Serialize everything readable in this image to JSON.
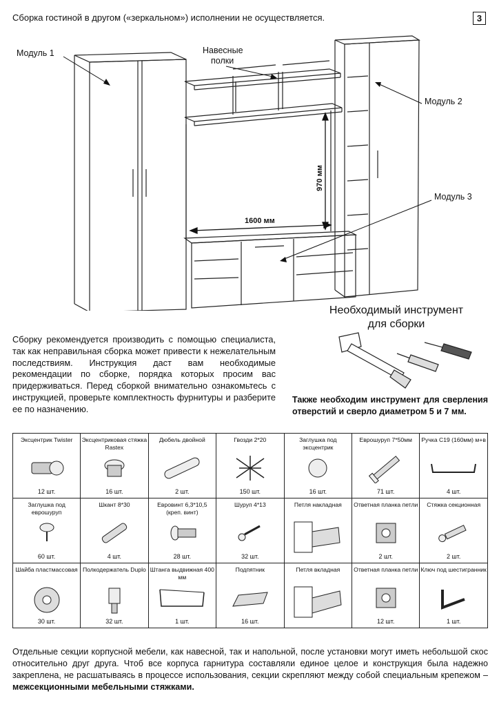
{
  "header": {
    "notice": "Сборка гостиной в другом («зеркальном») исполнении не осуществляется.",
    "page_number": "3"
  },
  "drawing": {
    "module1": "Модуль 1",
    "module2": "Модуль 2",
    "module3": "Модуль 3",
    "shelves_line1": "Навесные",
    "shelves_line2": "полки",
    "dim_height": "970 мм",
    "dim_width": "1600 мм"
  },
  "tools": {
    "title_line1": "Необходимый инструмент",
    "title_line2": "для сборки",
    "note": "Также необходим инструмент для сверления отверстий и сверло диаметром 5 и 7 мм."
  },
  "intro": "Сборку рекомендуется производить с помощью специалиста, так как неправильная сборка может привести к нежелательным последствиям. Инструкция даст вам необходимые рекомендации по сборке, порядка которых просим вас придерживаться. Перед сборкой внимательно ознакомьтесь с инструкцией, проверьте комплектность фурнитуры и разберите ее по назначению.",
  "fittings": [
    [
      {
        "name": "Эксцентрик Twister",
        "qty": "12 шт.",
        "icon": "eccentric-icon"
      },
      {
        "name": "Эксцентриковая стяжка Rastex",
        "qty": "16 шт.",
        "icon": "rastex-icon"
      },
      {
        "name": "Дюбель двойной",
        "qty": "2 шт.",
        "icon": "dowel-icon"
      },
      {
        "name": "Гвозди 2*20",
        "qty": "150 шт.",
        "icon": "nails-icon"
      },
      {
        "name": "Заглушка под эксцентрик",
        "qty": "16 шт.",
        "icon": "cap-icon"
      },
      {
        "name": "Еврошуруп 7*50мм",
        "qty": "71 шт.",
        "icon": "euroscrew-icon"
      },
      {
        "name": "Ручка С19 (160мм) м+в",
        "qty": "4 шт.",
        "icon": "handle-icon"
      }
    ],
    [
      {
        "name": "Заглушка под еврошуруп",
        "qty": "60 шт.",
        "icon": "plug-icon"
      },
      {
        "name": "Шкант 8*30",
        "qty": "4 шт.",
        "icon": "pin-icon"
      },
      {
        "name": "Евровинт 6,3*10,5 (креп. винт)",
        "qty": "28 шт.",
        "icon": "eurobolt-icon"
      },
      {
        "name": "Шуруп 4*13",
        "qty": "32 шт.",
        "icon": "screw-icon"
      },
      {
        "name": "Петля накладная",
        "qty": "",
        "icon": "hinge-overlay-icon"
      },
      {
        "name": "Ответная планка петли",
        "qty": "2 шт.",
        "icon": "hinge-plate-icon"
      },
      {
        "name": "Стяжка секционная",
        "qty": "2 шт.",
        "icon": "section-tie-icon"
      }
    ],
    [
      {
        "name": "Шайба пластмассовая",
        "qty": "30 шт.",
        "icon": "washer-icon"
      },
      {
        "name": "Полкодержатель Duplo",
        "qty": "32 шт.",
        "icon": "shelf-support-icon"
      },
      {
        "name": "Штанга выдвижная 400 мм",
        "qty": "1 шт.",
        "icon": "rail-icon"
      },
      {
        "name": "Подпятник",
        "qty": "16 шт.",
        "icon": "foot-icon"
      },
      {
        "name": "Петля вкладная",
        "qty": "",
        "icon": "hinge-inset-icon"
      },
      {
        "name": "Ответная планка петли",
        "qty": "12 шт.",
        "icon": "hinge-plate-icon"
      },
      {
        "name": "Ключ под шестигранник",
        "qty": "1 шт.",
        "icon": "hex-key-icon"
      }
    ]
  ],
  "footer": {
    "text": "Отдельные секции корпусной мебели, как навесной, так и напольной, после установки могут иметь небольшой скос относительно друг друга. Чтоб все корпуса гарнитура составляли единое целое и конструкция была надежно закреплена, не расшатываясь в процессе использования, секции скрепляют между собой специальным крепежом – ",
    "bold": "межсекционными мебельными стяжками."
  }
}
